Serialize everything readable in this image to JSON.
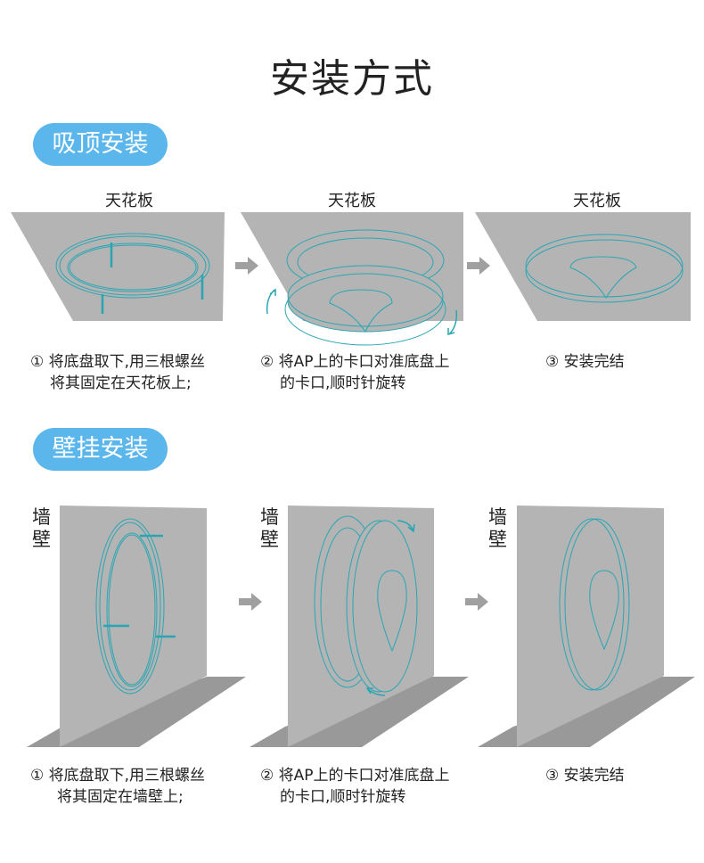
{
  "title": "安装方式",
  "ceiling": {
    "heading": "吸顶安装",
    "surface_label": "天花板",
    "steps": [
      {
        "line1": "① 将底盘取下,用三根螺丝",
        "line2": "将其固定在天花板上;"
      },
      {
        "line1": "② 将AP上的卡口对准底盘上",
        "line2": "的卡口,顺时针旋转"
      },
      {
        "line1": "③ 安装完结",
        "line2": ""
      }
    ]
  },
  "wall": {
    "heading": "壁挂安装",
    "surface_label_1": "墙",
    "surface_label_2": "壁",
    "steps": [
      {
        "line1": "① 将底盘取下,用三根螺丝",
        "line2": "将其固定在墙壁上;"
      },
      {
        "line1": "② 将AP上的卡口对准底盘上",
        "line2": "的卡口,顺时针旋转"
      },
      {
        "line1": "③ 安装完结",
        "line2": ""
      }
    ]
  },
  "colors": {
    "accent": "#5bb6ec",
    "line": "#2aa6b3",
    "panel": "#b4b4b4",
    "floor": "#999999",
    "arrow": "#a0a0a0"
  }
}
